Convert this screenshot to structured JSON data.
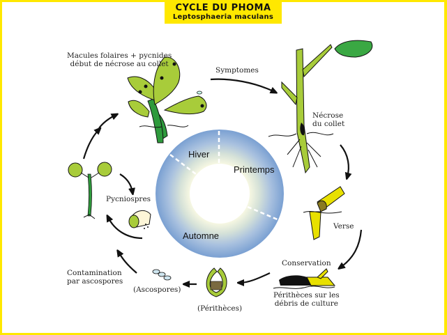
{
  "title": {
    "main": "CYCLE DU PHOMA",
    "subtitle": "Leptosphaeria maculans"
  },
  "stages": {
    "macules": [
      "Macules folaires + pycnides",
      "début de nécrose au collet"
    ],
    "symptomes": "Symptomes",
    "necrose": [
      "Nécrose",
      "du collet"
    ],
    "verse": "Verse",
    "conservation": "Conservation",
    "debris": [
      "Périthèces sur les",
      "débris de culture"
    ],
    "perithecia": "(Périthèces)",
    "ascospores": "(Ascospores)",
    "contamination": [
      "Contamination",
      "par ascospores"
    ],
    "pycniospores": "Pycniospres"
  },
  "seasons": {
    "hiver": "Hiver",
    "printemps": "Printemps",
    "automne": "Automne"
  },
  "colors": {
    "frame": "#ffe800",
    "leaf_light": "#a8cc3a",
    "leaf_dark": "#2e9a3c",
    "stem_yellow": "#e8e000",
    "ring_outer": "#7ea3d4",
    "ring_inner": "#f4f6e0",
    "arrow": "#111111"
  }
}
